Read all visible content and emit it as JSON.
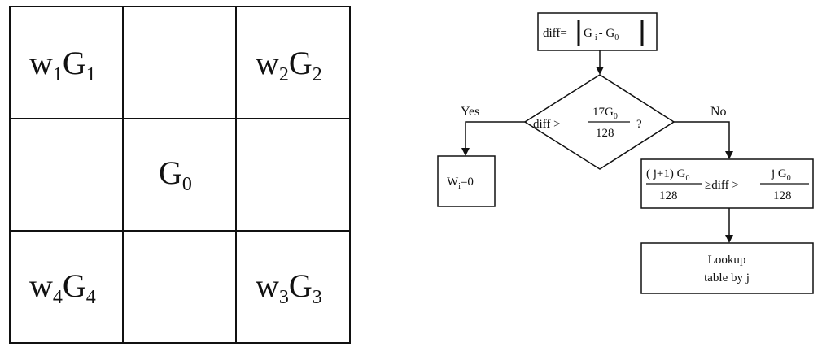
{
  "grid": {
    "cells": [
      {
        "base": "w",
        "sub1": "1",
        "mid": "G",
        "sub2": "1"
      },
      {
        "base": "",
        "sub1": "",
        "mid": "",
        "sub2": ""
      },
      {
        "base": "w",
        "sub1": "2",
        "mid": "G",
        "sub2": "2"
      },
      {
        "base": "",
        "sub1": "",
        "mid": "",
        "sub2": ""
      },
      {
        "base": "",
        "sub1": "",
        "mid": "G",
        "sub2": "0"
      },
      {
        "base": "",
        "sub1": "",
        "mid": "",
        "sub2": ""
      },
      {
        "base": "w",
        "sub1": "4",
        "mid": "G",
        "sub2": "4"
      },
      {
        "base": "",
        "sub1": "",
        "mid": "",
        "sub2": ""
      },
      {
        "base": "w",
        "sub1": "3",
        "mid": "G",
        "sub2": "3"
      }
    ]
  },
  "flow": {
    "diff_box": {
      "lhs": "diff=",
      "g": "G",
      "gi_sub": "i",
      "minus": "- ",
      "g0": "G",
      "g0_sub": "0"
    },
    "decision": {
      "lhs": "diff >",
      "num": "17G",
      "num_sub": "0",
      "den": "128",
      "q": "?"
    },
    "yes_label": "Yes",
    "no_label": "No",
    "wi_box": {
      "w": "W",
      "sub": "i",
      "rest": "=0"
    },
    "range_box": {
      "num1": "( j+1) G",
      "num1_sub": "0",
      "den1": "128",
      "mid": "≥diff >",
      "num2": "j G",
      "num2_sub": "0",
      "den2": "128"
    },
    "lookup_box": {
      "line1": "Lookup",
      "line2": "table by j"
    }
  }
}
